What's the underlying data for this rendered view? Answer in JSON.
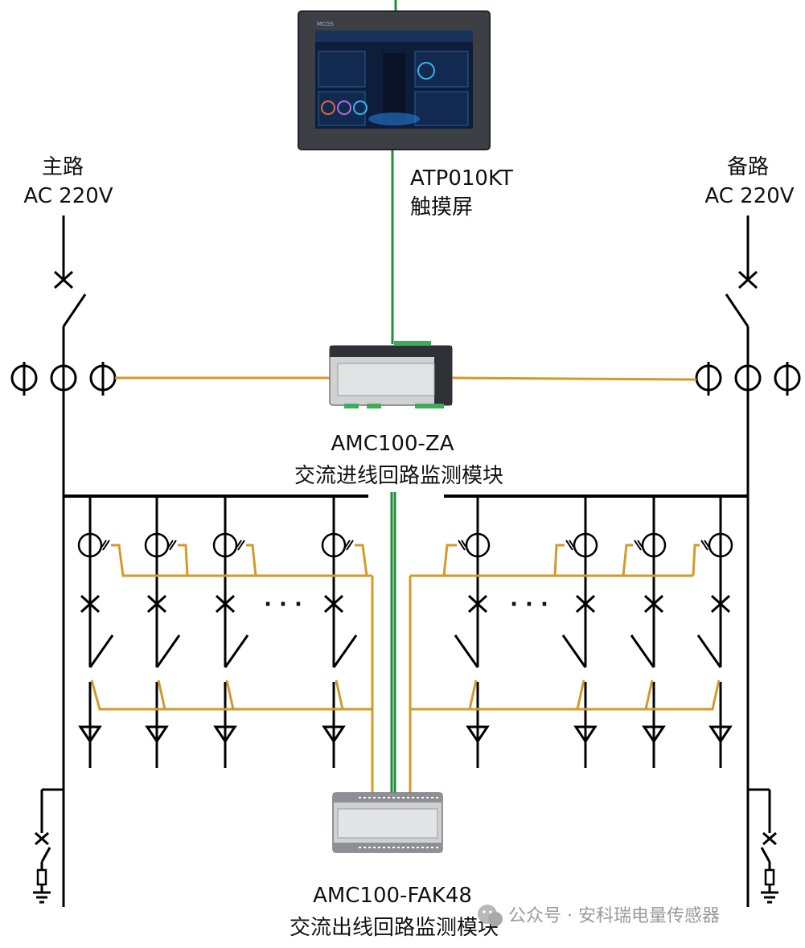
{
  "main_source": {
    "line1": "主路",
    "line2": "AC 220V"
  },
  "backup_source": {
    "line1": "备路",
    "line2": "AC 220V"
  },
  "touchscreen": {
    "model": "ATP010KT",
    "name": "触摸屏",
    "brand": "MCGS"
  },
  "incoming_module": {
    "model": "AMC100-ZA",
    "name": "交流进线回路监测模块"
  },
  "outgoing_module": {
    "model": "AMC100-FAK48",
    "name": "交流出线回路监测模块"
  },
  "ellipsis": "· · ·",
  "watermark": "公众号 · 安科瑞电量传感器",
  "colors": {
    "power": "#000000",
    "signal": "#d39a2a",
    "comm": "#1e8f3a"
  }
}
